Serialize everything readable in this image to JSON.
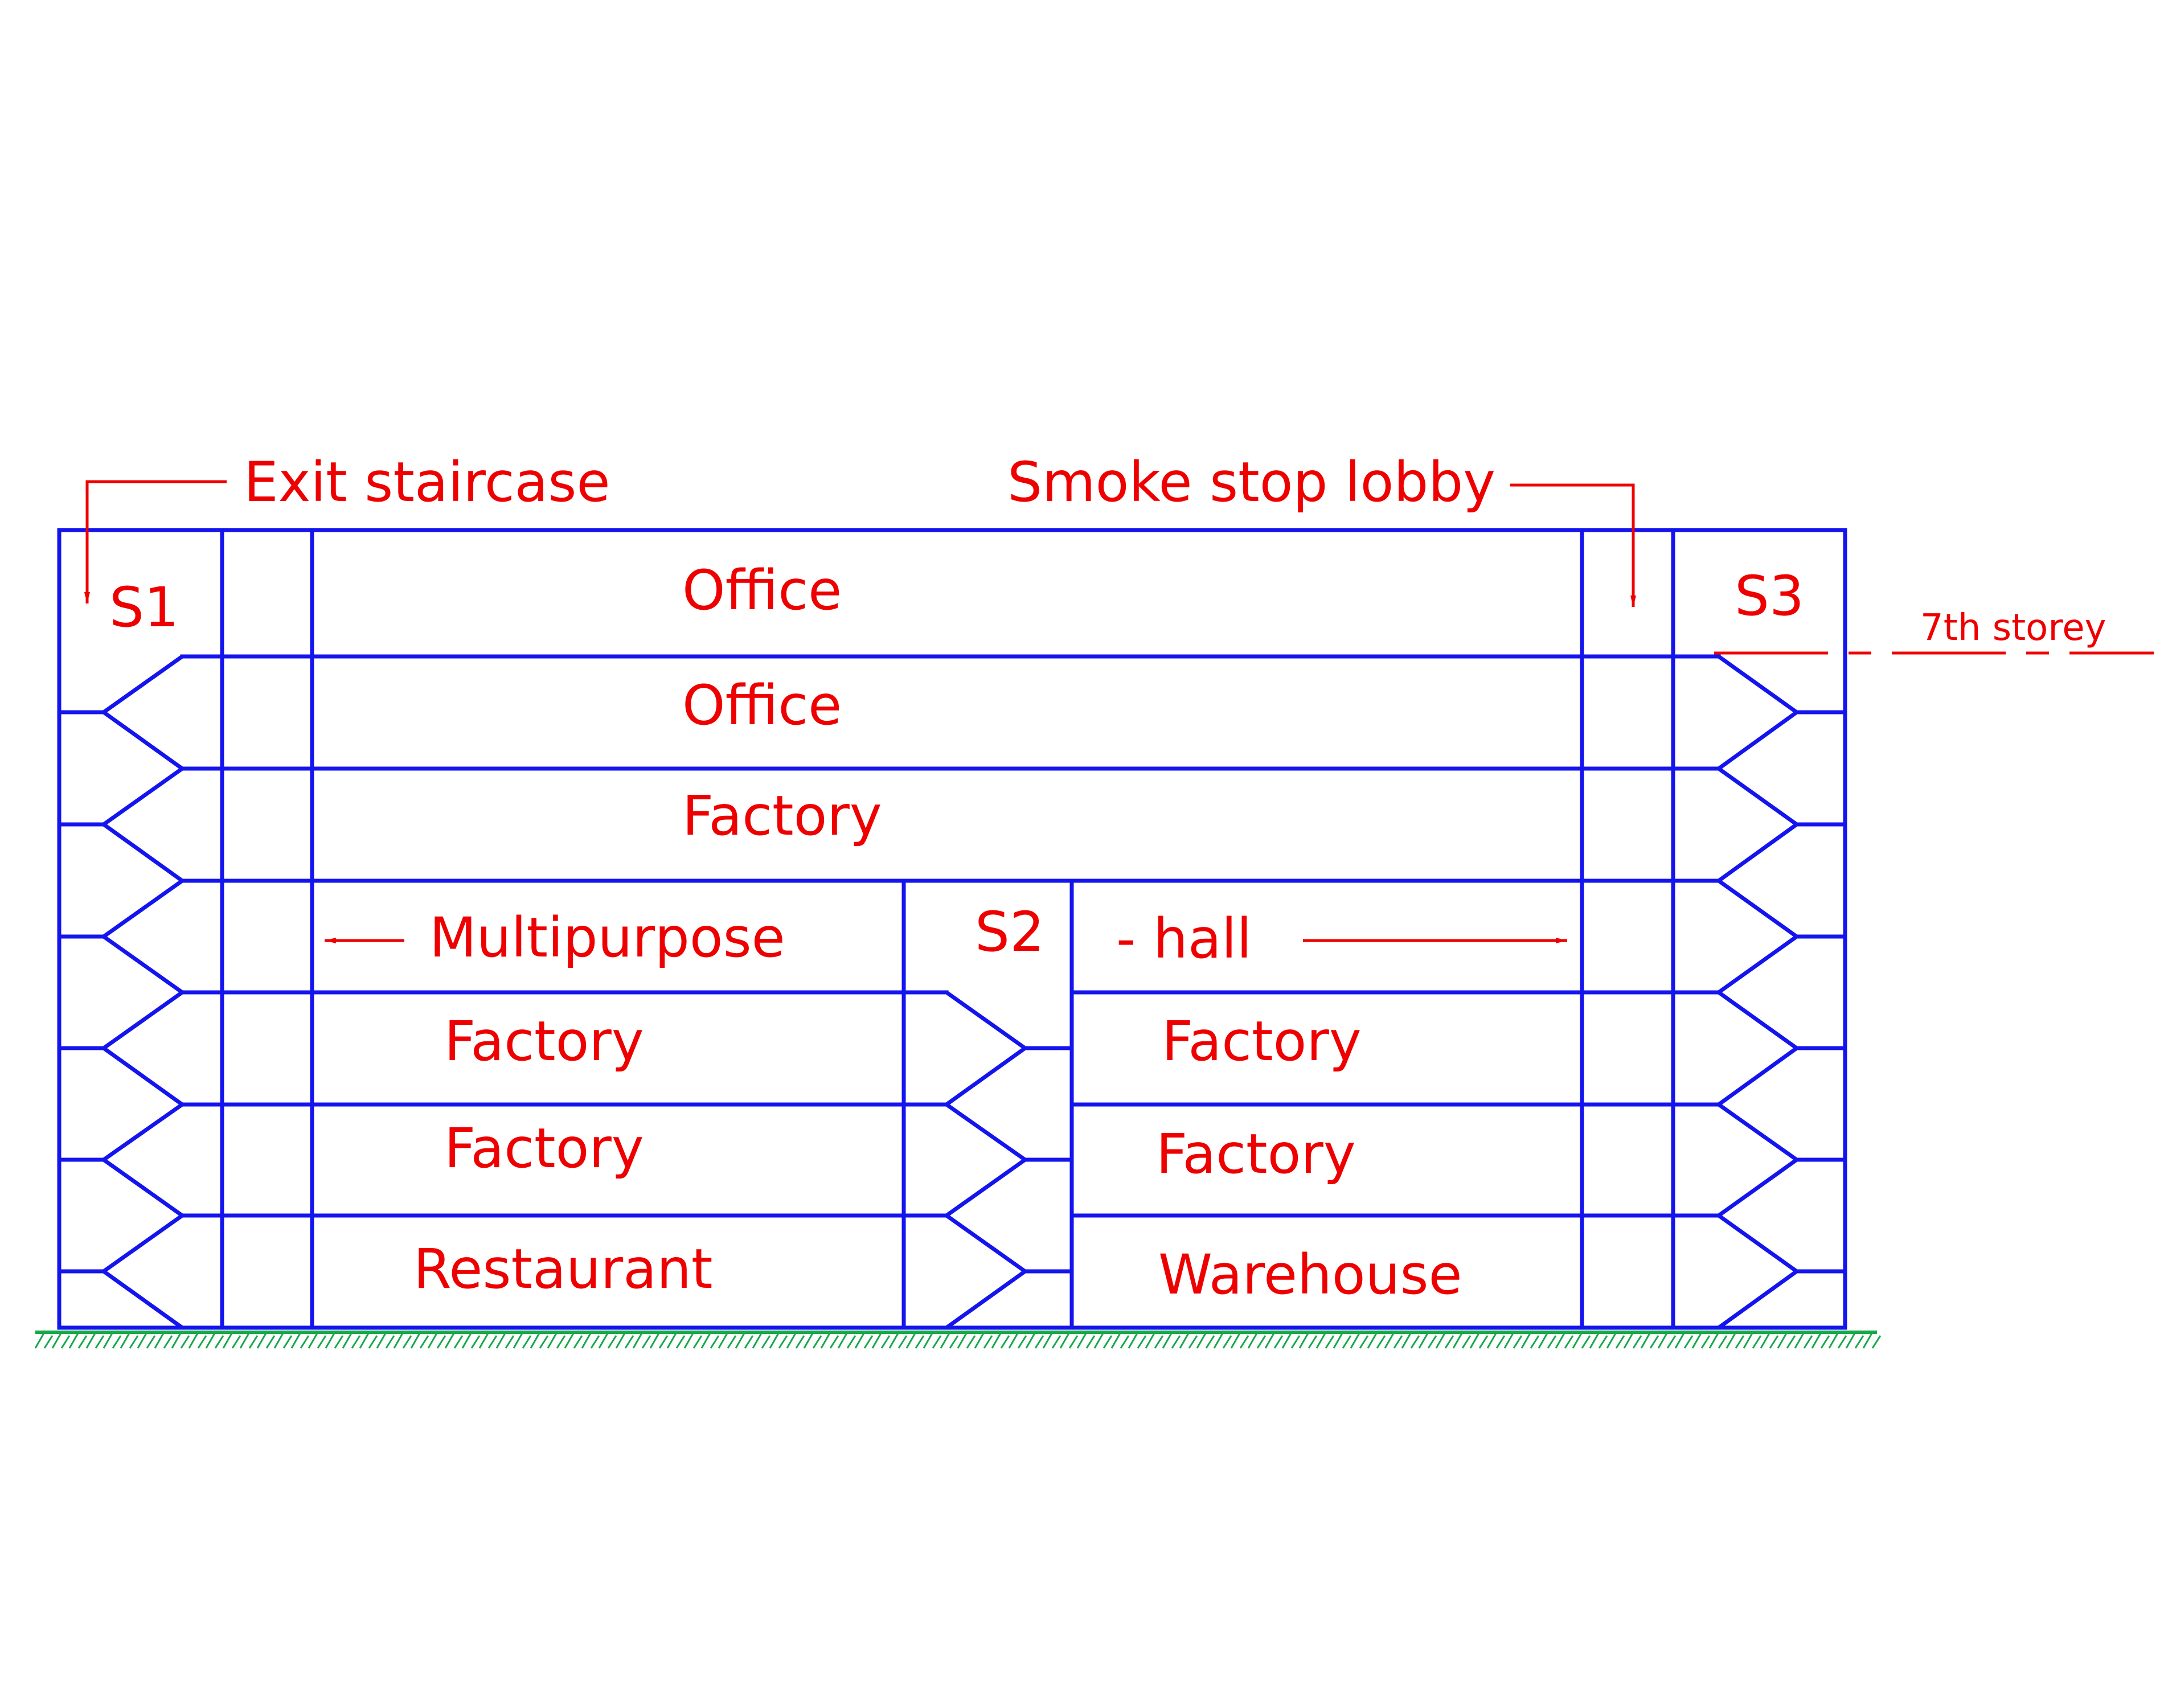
{
  "labels": {
    "exit_staircase": "Exit staircase",
    "smoke_stop_lobby": "Smoke stop lobby",
    "seventh_storey": "7th storey",
    "s1": "S1",
    "s2": "S2",
    "s3": "S3"
  },
  "floors": {
    "office_upper": "Office",
    "office_lower": "Office",
    "factory_full": "Factory",
    "multipurpose_left": "Multipurpose",
    "multipurpose_right": "- hall",
    "factory_left_upper": "Factory",
    "factory_left_lower": "Factory",
    "restaurant": "Restaurant",
    "factory_right_upper": "Factory",
    "factory_right_lower": "Factory",
    "warehouse": "Warehouse"
  },
  "colors": {
    "structure": "#1414ee",
    "labels": "#ee0000",
    "ground": "#16a84a"
  }
}
